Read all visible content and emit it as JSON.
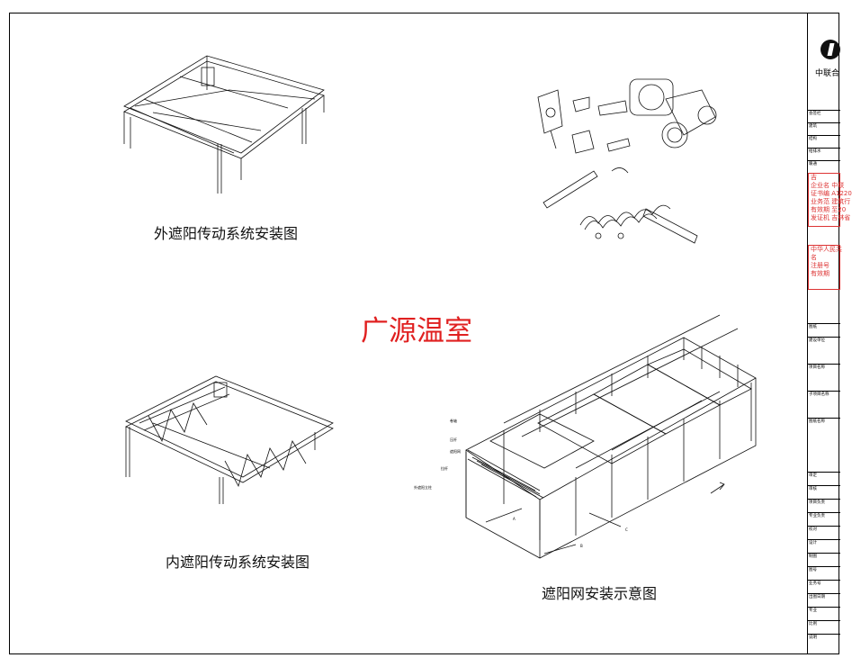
{
  "captions": {
    "outer": "外遮阳传动系统安装图",
    "inner": "内遮阳传动系统安装图",
    "net": "遮阳网安装示意图"
  },
  "watermark": "广源温室",
  "net_labels": {
    "a": "卷轴",
    "b": "压杆",
    "c": "遮阳网",
    "d": "拉杆",
    "e": "外遮阳立柱",
    "A": "A",
    "B": "B",
    "C": "C"
  },
  "title_block": {
    "company": "中联合",
    "stamp1": [
      "吉",
      "企业名",
      "证书编",
      "业务范",
      "有效期",
      "发证机"
    ],
    "stamp1_values": [
      "",
      "中联",
      "A1220",
      "建筑行",
      "至20",
      "吉林省"
    ],
    "stamp2": [
      "中华人民共",
      "名",
      "注册号",
      "有效期"
    ],
    "rows": [
      "会签栏",
      "建筑",
      "结构",
      "给排水",
      "暖通",
      "图纸",
      "建设单位",
      "项目名称",
      "子项目名称",
      "图纸名称",
      "审定",
      "审核",
      "项目负责",
      "专业负责",
      "校对",
      "设计",
      "制图",
      "图号",
      "业务号",
      "出图日期",
      "专业",
      "比例",
      "说明"
    ]
  }
}
